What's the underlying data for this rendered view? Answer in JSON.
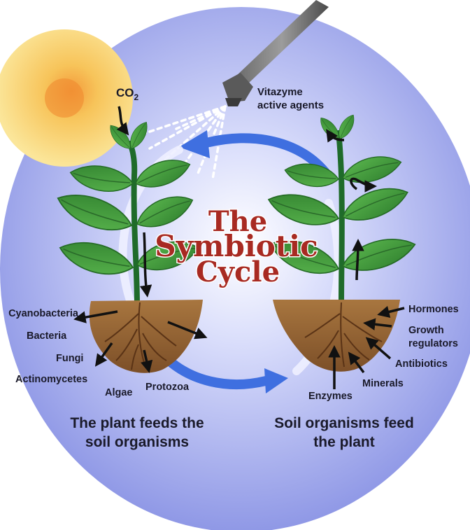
{
  "title": {
    "line1": "The",
    "line2": "Symbiotic",
    "line3": "Cycle"
  },
  "co2_label": {
    "main": "CO",
    "sub": "2"
  },
  "sprayer": {
    "line1": "Vitazyme",
    "line2": "active agents"
  },
  "left_labels": {
    "cyanobacteria": "Cyanobacteria",
    "bacteria": "Bacteria",
    "fungi": "Fungi",
    "actinomycetes": "Actinomycetes",
    "algae": "Algae",
    "protozoa": "Protozoa"
  },
  "right_labels": {
    "hormones": "Hormones",
    "growth_line1": "Growth",
    "growth_line2": "regulators",
    "antibiotics": "Antibiotics",
    "minerals": "Minerals",
    "enzymes": "Enzymes"
  },
  "captions": {
    "left_line1": "The plant feeds the",
    "left_line2": "soil organisms",
    "right_line1": "Soil organisms feed",
    "right_line2": "the plant"
  },
  "colors": {
    "background_circle": "#b9bff0",
    "sun": "#f5c542",
    "leaf": "#3f9a3a",
    "stem": "#1f6b2a",
    "soil": "#9b6a3c",
    "cycle_arrow": "#3f6fe0",
    "title": "#a82a22"
  }
}
